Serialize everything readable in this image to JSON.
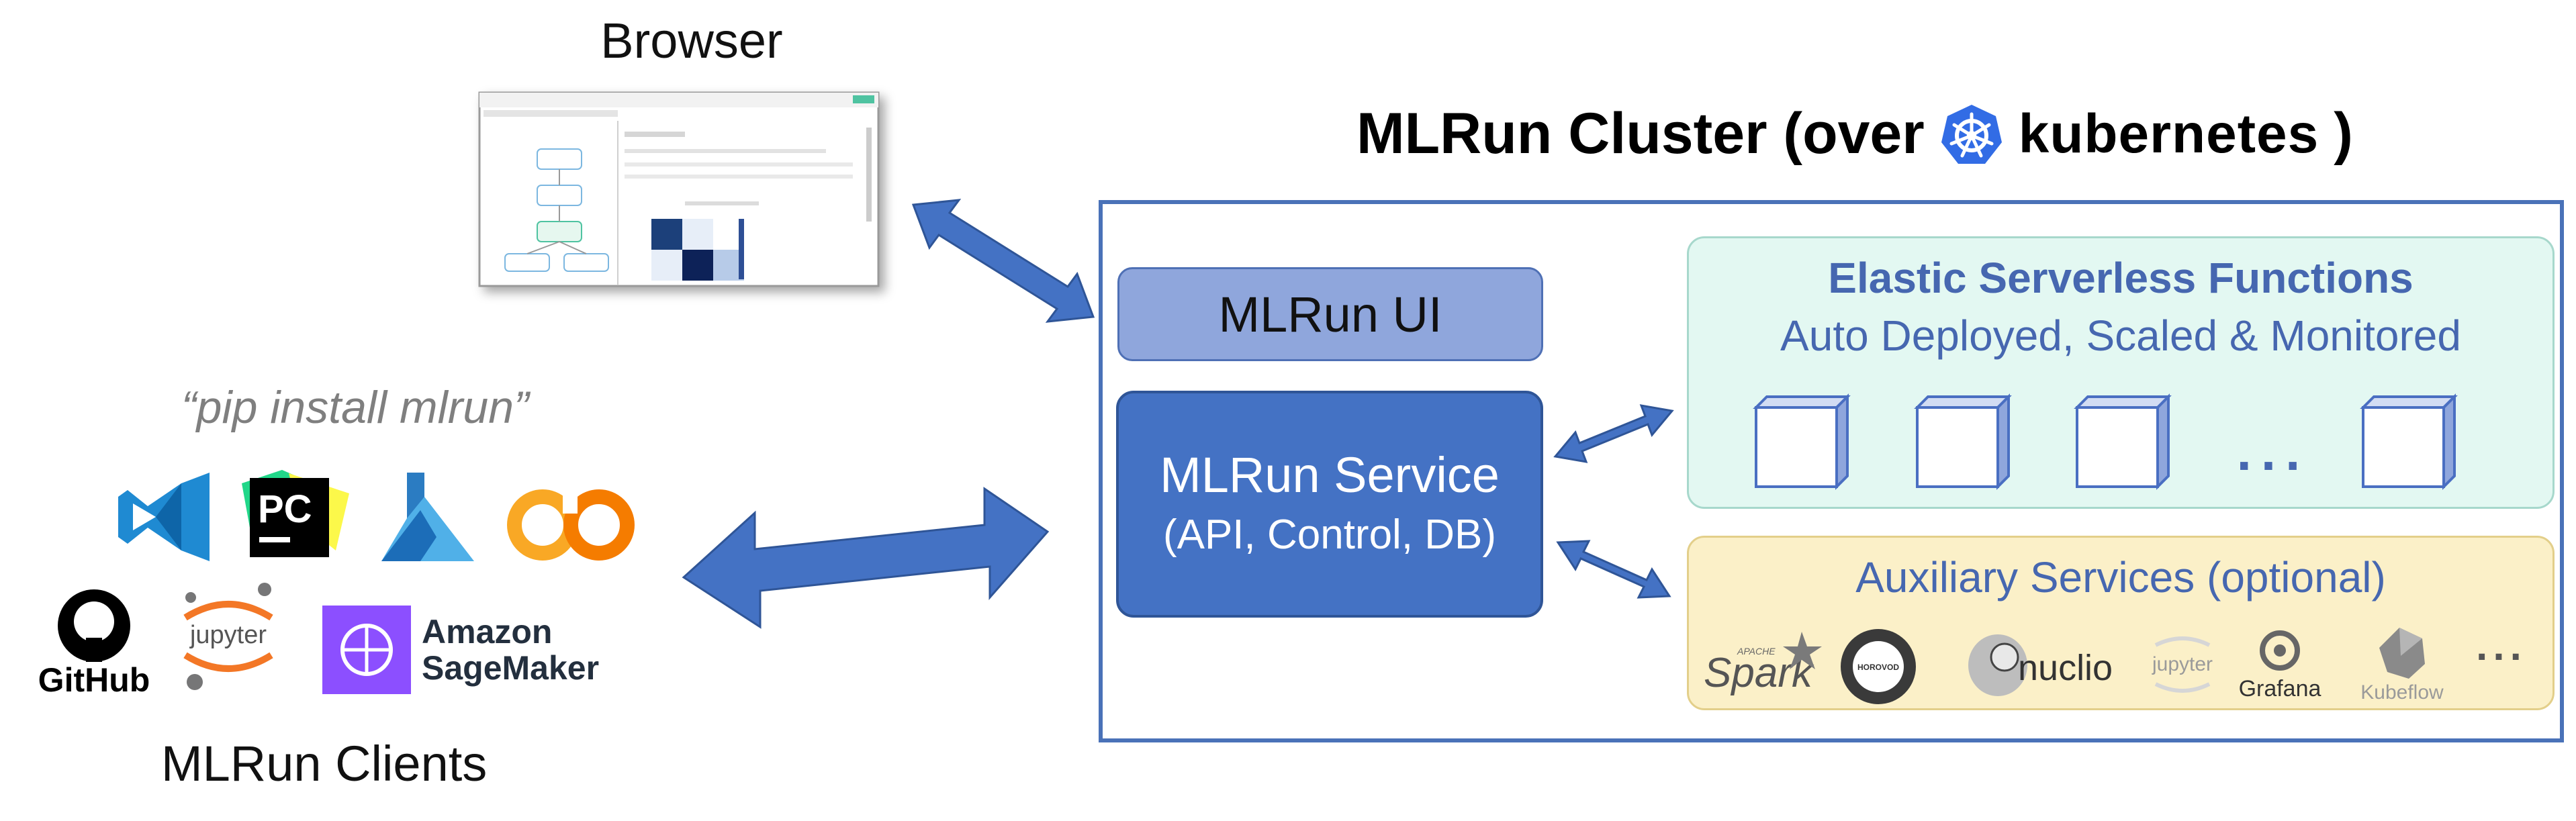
{
  "browser": {
    "label": "Browser"
  },
  "cluster": {
    "title": "MLRun Cluster (over",
    "k8s_word": "kubernetes",
    "close_paren": ")"
  },
  "mlrun_ui": {
    "label": "MLRun UI"
  },
  "mlrun_service": {
    "title": "MLRun Service",
    "subtitle": "(API, Control, DB)"
  },
  "functions": {
    "title": "Elastic Serverless Functions",
    "subtitle": "Auto Deployed, Scaled & Monitored",
    "ellipsis": "..."
  },
  "auxiliary": {
    "title": "Auxiliary Services (optional)",
    "logos": {
      "spark_small": "APACHE",
      "spark": "Spark",
      "horovod": "HOROVOD",
      "nuclio": "nuclio",
      "jupyter": "jupyter",
      "grafana": "Grafana",
      "kubeflow": "Kubeflow"
    },
    "ellipsis": "..."
  },
  "clients": {
    "quote": "“pip install mlrun”",
    "label": "MLRun Clients",
    "logos": {
      "pycharm": "PC",
      "github": "GitHub",
      "jupyter": "jupyter",
      "sagemaker_line1": "Amazon",
      "sagemaker_line2": "SageMaker"
    }
  },
  "colors": {
    "arrow": "#4472c4",
    "cluster_border": "#4a72b8",
    "service": "#4472c4",
    "ui": "#8fa6dc",
    "functions_bg": "#e3f8f2",
    "aux_bg": "#fbf0c8",
    "accent_text": "#4667b0"
  }
}
